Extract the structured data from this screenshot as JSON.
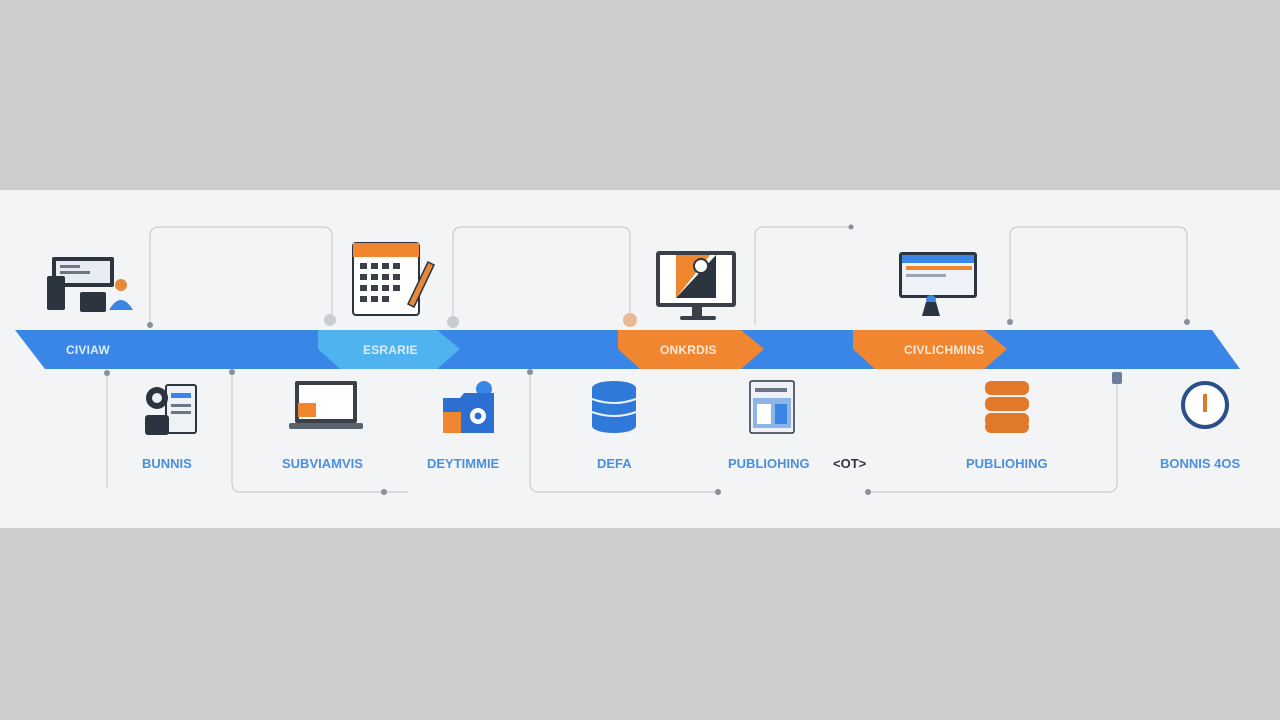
{
  "stages": [
    {
      "label": "CIVIAW",
      "color": "#3a86e6"
    },
    {
      "label": "ESRARIE",
      "color": "#4fb3ef"
    },
    {
      "label": "ONKRDIS",
      "color": "#f0862f"
    },
    {
      "label": "CIVLICHMINS",
      "color": "#f0862f"
    }
  ],
  "bottom_labels": [
    {
      "text": "BUNNIS",
      "icon": "team-dashboard-icon"
    },
    {
      "text": "SUBVIAMVIS",
      "icon": "laptop-icon"
    },
    {
      "text": "DEYTIMMIE",
      "icon": "folder-settings-icon"
    },
    {
      "text": "DEFA",
      "icon": "database-icon"
    },
    {
      "text": "PUBLIOHING",
      "icon": "document-icon"
    },
    {
      "text": "<OT>",
      "icon": ""
    },
    {
      "text": "PUBLIOHING",
      "icon": "server-icon"
    },
    {
      "text": "BONNIS 4OS",
      "icon": "clock-icon"
    }
  ],
  "top_icons": [
    "user-workstation-icon",
    "calendar-edit-icon",
    "monitor-chart-icon",
    "web-page-icon"
  ],
  "colors": {
    "blue": "#3a86e6",
    "light_blue": "#4fb3ef",
    "orange": "#f0862f",
    "panel": "#f3f4f6",
    "background": "#cdcdcd"
  }
}
